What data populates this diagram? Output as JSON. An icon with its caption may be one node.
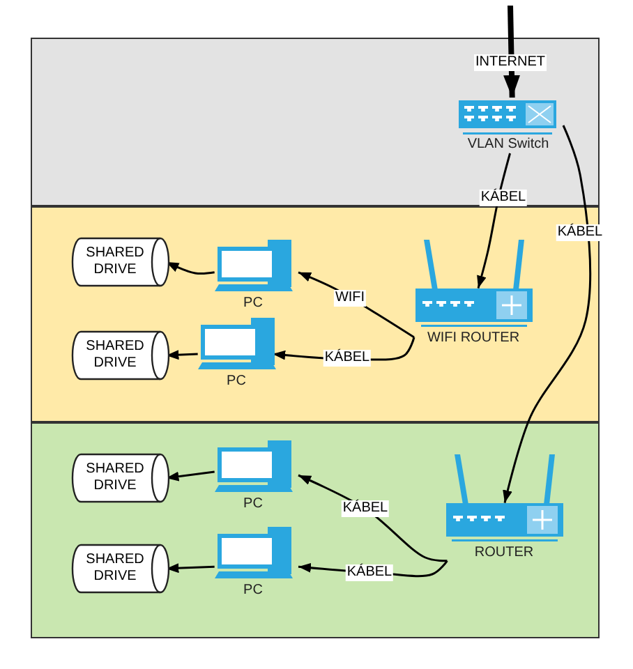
{
  "diagram": {
    "nodes": [
      {
        "text": [],
        "shape": "box"
      },
      {
        "text": [],
        "shape": "box"
      },
      {
        "text": [],
        "shape": "box"
      },
      {
        "text": [
          "VLAN Switch"
        ],
        "in": 0
      },
      {
        "text": [
          "WIFI ROUTER"
        ],
        "in": 1
      },
      {
        "text": [
          "PC"
        ],
        "in": 1
      },
      {
        "text": [
          "SHARED DRIVE"
        ],
        "in": 1
      },
      {
        "text": [
          "PC"
        ],
        "in": 1
      },
      {
        "text": [
          "SHARED DRIVE"
        ],
        "in": 1
      },
      {
        "text": [
          "ROUTER"
        ],
        "in": 2
      },
      {
        "text": [
          "PC"
        ],
        "in": 2
      },
      {
        "text": [
          "SHARED DRIVE"
        ],
        "in": 2
      },
      {
        "text": [
          "PC"
        ],
        "in": 2
      },
      {
        "text": [
          "SHARED DRIVE"
        ],
        "in": 2
      }
    ],
    "edges": [
      {
        "from": null,
        "to": 3,
        "arrow": "to",
        "label": "INTERNET",
        "style": "thick"
      },
      {
        "from": 3,
        "to": 4,
        "arrow": "to",
        "label": "KÁBEL"
      },
      {
        "from": 3,
        "to": 9,
        "arrow": "to",
        "label": "KÁBEL"
      },
      {
        "from": 4,
        "to": 5,
        "arrow": "to",
        "label": "WIFI"
      },
      {
        "from": 4,
        "to": 7,
        "arrow": "to",
        "label": "KÁBEL"
      },
      {
        "from": 5,
        "to": 6,
        "arrow": "to"
      },
      {
        "from": 7,
        "to": 8,
        "arrow": "to"
      },
      {
        "from": 9,
        "to": 10,
        "arrow": "to",
        "label": "KÁBEL"
      },
      {
        "from": 9,
        "to": 12,
        "arrow": "to",
        "label": "KÁBEL"
      },
      {
        "from": 10,
        "to": 11,
        "arrow": "to"
      },
      {
        "from": 12,
        "to": 13,
        "arrow": "to"
      }
    ]
  }
}
